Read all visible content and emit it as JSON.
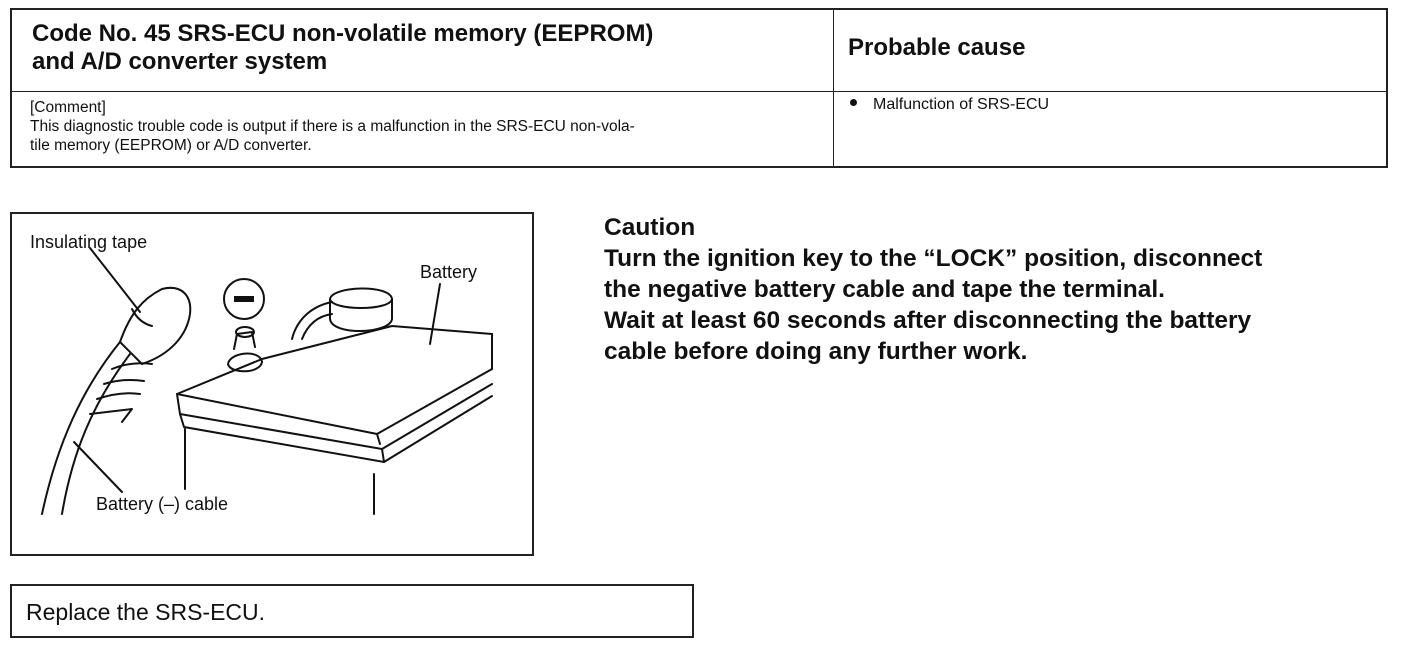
{
  "dtc": {
    "code_title_line1": "Code No. 45 SRS-ECU non-volatile memory (EEPROM)",
    "code_title_line2": "and A/D converter system",
    "cause_header": "Probable cause",
    "comment_label": "[Comment]",
    "comment_line1": "This diagnostic trouble code is output if there is a malfunction in the SRS-ECU non-vola-",
    "comment_line2": "tile memory (EEPROM) or A/D converter.",
    "causes": [
      "Malfunction of SRS-ECU"
    ]
  },
  "figure": {
    "label_tape": "Insulating tape",
    "label_battery": "Battery",
    "label_cable": "Battery (–) cable"
  },
  "caution": {
    "heading": "Caution",
    "line1": "Turn the ignition key to the “LOCK” position, disconnect",
    "line2": "the negative battery cable and tape the terminal.",
    "line3": "Wait at least 60 seconds after disconnecting the battery",
    "line4": "cable before doing any further work."
  },
  "action": {
    "text": "Replace the SRS-ECU."
  }
}
